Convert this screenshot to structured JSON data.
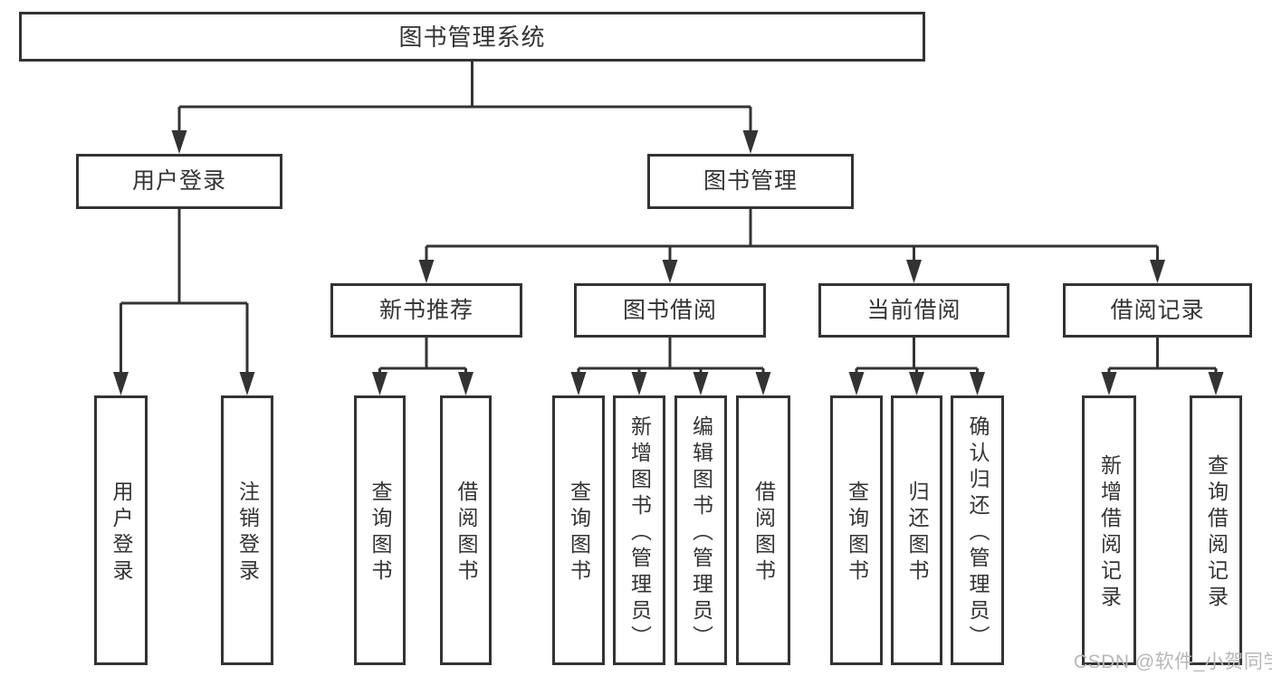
{
  "diagram": {
    "title": "图书管理系统",
    "watermark": "CSDN @软件_小贺同学",
    "colors": {
      "line": "#333333",
      "text": "#333333",
      "watermark": "#b7b7b7",
      "background": "#ffffff"
    },
    "nodes": {
      "root": {
        "label": "图书管理系统"
      },
      "user_login": {
        "label": "用户登录"
      },
      "book_mgmt": {
        "label": "图书管理"
      },
      "new_book_rec": {
        "label": "新书推荐"
      },
      "book_borrow": {
        "label": "图书借阅"
      },
      "current_borrow": {
        "label": "当前借阅"
      },
      "borrow_records": {
        "label": "借阅记录"
      },
      "login": {
        "label": "用户登录"
      },
      "logout": {
        "label": "注销登录"
      },
      "rec_query": {
        "label": "查询图书"
      },
      "rec_borrow": {
        "label": "借阅图书"
      },
      "bb_query": {
        "label": "查询图书"
      },
      "bb_add": {
        "label": "新增图书（管理员）"
      },
      "bb_edit": {
        "label": "编辑图书（管理员）"
      },
      "bb_borrow": {
        "label": "借阅图书"
      },
      "cb_query": {
        "label": "查询图书"
      },
      "cb_return": {
        "label": "归还图书"
      },
      "cb_confirm": {
        "label": "确认归还（管理员）"
      },
      "br_add": {
        "label": "新增借阅记录"
      },
      "br_query": {
        "label": "查询借阅记录"
      }
    },
    "tree": {
      "root": [
        "user_login",
        "book_mgmt"
      ],
      "user_login": [
        "login",
        "logout"
      ],
      "book_mgmt": [
        "new_book_rec",
        "book_borrow",
        "current_borrow",
        "borrow_records"
      ],
      "new_book_rec": [
        "rec_query",
        "rec_borrow"
      ],
      "book_borrow": [
        "bb_query",
        "bb_add",
        "bb_edit",
        "bb_borrow"
      ],
      "current_borrow": [
        "cb_query",
        "cb_return",
        "cb_confirm"
      ],
      "borrow_records": [
        "br_add",
        "br_query"
      ]
    }
  }
}
